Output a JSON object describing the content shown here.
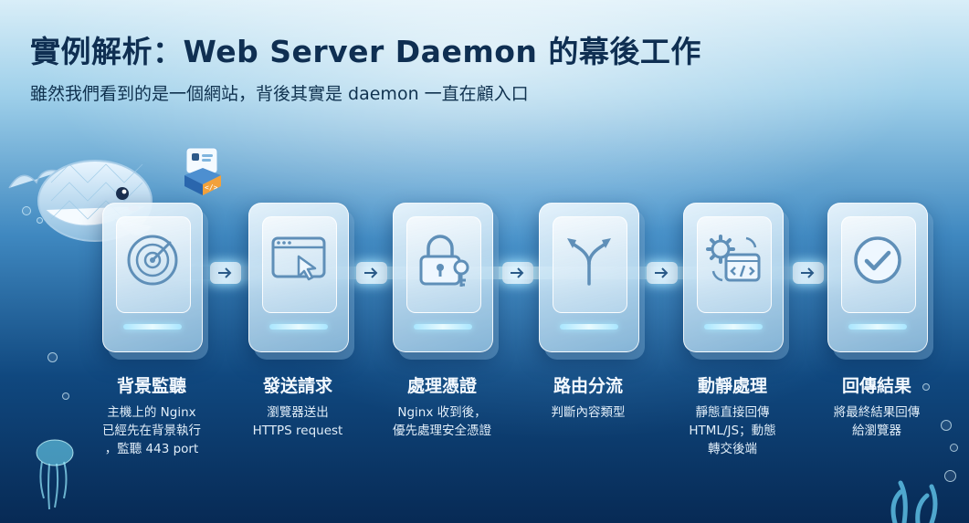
{
  "title": "實例解析：Web Server Daemon 的幕後工作",
  "subtitle": "雖然我們看到的是一個網站，背後其實是 daemon 一直在顧入口",
  "steps": [
    {
      "title": "背景監聽",
      "icon": "radar-icon",
      "desc": [
        "主機上的 Nginx",
        "已經先在背景執行",
        "，監聽 443 port"
      ]
    },
    {
      "title": "發送請求",
      "icon": "browser-cursor-icon",
      "desc": [
        "瀏覽器送出",
        "HTTPS request"
      ]
    },
    {
      "title": "處理憑證",
      "icon": "lock-key-icon",
      "desc": [
        "Nginx 收到後，",
        "優先處理安全憑證"
      ]
    },
    {
      "title": "路由分流",
      "icon": "split-arrow-icon",
      "desc": [
        "判斷內容類型"
      ]
    },
    {
      "title": "動靜處理",
      "icon": "gear-code-icon",
      "desc": [
        "靜態直接回傳",
        "HTML/JS；動態",
        "轉交後端"
      ]
    },
    {
      "title": "回傳結果",
      "icon": "checkmark-icon",
      "desc": [
        "將最終結果回傳",
        "給瀏覽器"
      ]
    }
  ],
  "colors": {
    "title": "#0f2f52",
    "accent_glow": "#a9e6ff",
    "background_deep": "#072a55"
  }
}
